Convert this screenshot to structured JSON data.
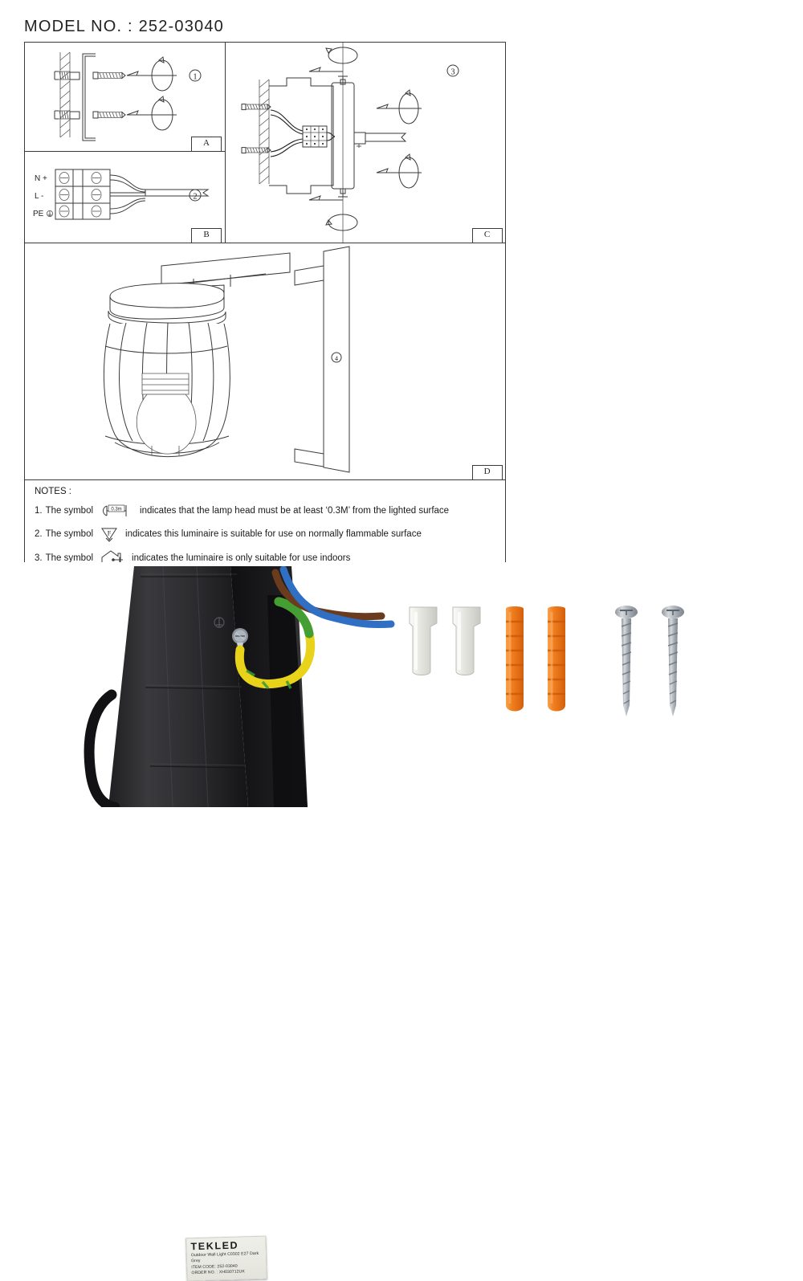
{
  "title": "MODEL NO. : 252-03040",
  "panels": [
    {
      "id": "A",
      "letter": "A",
      "step": "1",
      "name": "wall-plug-screw-step"
    },
    {
      "id": "B",
      "letter": "B",
      "step": "2",
      "name": "terminal-block-step"
    },
    {
      "id": "C",
      "letter": "C",
      "step": "3",
      "name": "mounting-plate-step"
    },
    {
      "id": "D",
      "letter": "D",
      "step": "4",
      "name": "assembled-fixture-view"
    }
  ],
  "terminal": {
    "neutral": "N +",
    "live": "L -",
    "earth": "PE"
  },
  "notes": {
    "heading": "NOTES :",
    "items": [
      {
        "number": "1.",
        "prefix": "The symbol",
        "symbol": "lamp-distance-symbol",
        "symbol_text": "0.3m",
        "text": "indicates that the lamp head must be at least ‘0.3M’ from the lighted surface"
      },
      {
        "number": "2.",
        "prefix": "The symbol",
        "symbol": "flammable-surface-f-triangle",
        "symbol_text": "F",
        "text": "indicates this luminaire is suitable for use on normally flammable surface"
      },
      {
        "number": "3.",
        "prefix": "The symbol",
        "symbol": "indoor-use-house-symbol",
        "symbol_text": "",
        "text": "indicates the luminaire is only suitable for use indoors"
      }
    ]
  },
  "product_label": {
    "brand": "TEKLED",
    "description": "Outdoor Wall Light C0302 E27 Dark Grey",
    "item_code": "ITEM CODE: 252-03040",
    "order_no": "ORDER NO. : XH030712UK"
  },
  "accessories": [
    {
      "name": "wire-connector-cap",
      "count": 2,
      "color": "#e8e8e4"
    },
    {
      "name": "wall-plug",
      "count": 2,
      "color": "#f07d1e"
    },
    {
      "name": "mounting-screw",
      "count": 2,
      "color": "#b9bcc0"
    }
  ],
  "colors": {
    "line": "#3a3a3a",
    "body": "#2e2e30",
    "plug_orange": "#f07d1e",
    "screw_silver": "#b9bcc0",
    "wire_earth_yellow": "#e8d21a",
    "wire_earth_green": "#3a9b35",
    "wire_blue": "#2f6fc4",
    "wire_brown": "#6b3b1e"
  }
}
